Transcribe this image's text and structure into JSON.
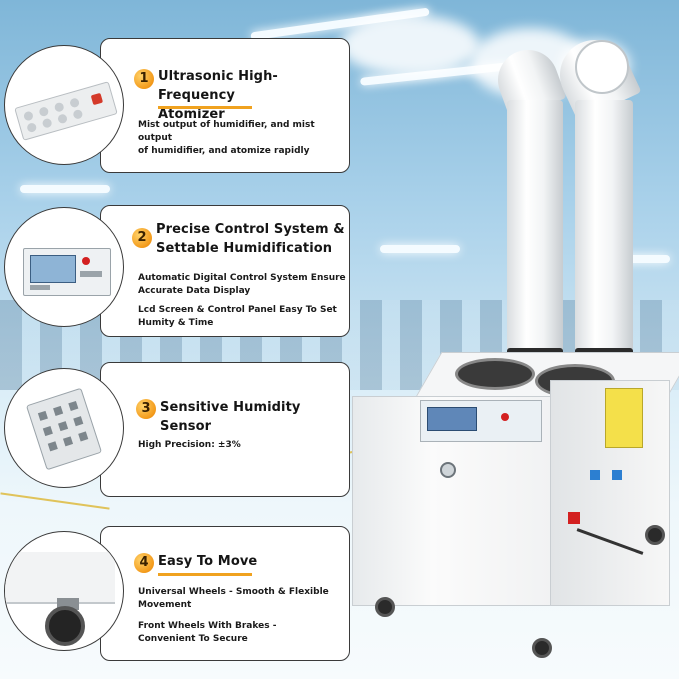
{
  "features": [
    {
      "number": "1",
      "title_lines": [
        "Ultrasonic High-Frequency",
        "Atomizer"
      ],
      "desc_lines": [
        "Mist output of humidifier, and mist output",
        "of humidifier, and atomize rapidly"
      ],
      "thumb_icon": "atomizer-icon"
    },
    {
      "number": "2",
      "title_lines": [
        "Precise Control System &",
        "Settable Humidification"
      ],
      "desc_lines": [
        "Automatic Digital Control System Ensure",
        "Accurate Data Display",
        "Lcd Screen & Control Panel Easy To Set",
        "Humity & Time"
      ],
      "thumb_icon": "control-panel-icon"
    },
    {
      "number": "3",
      "title_lines": [
        "Sensitive Humidity Sensor"
      ],
      "desc_lines": [
        "High Precision: ±3%"
      ],
      "thumb_icon": "humidity-sensor-icon"
    },
    {
      "number": "4",
      "title_lines": [
        "Easy To Move"
      ],
      "desc_lines": [
        "Universal Wheels - Smooth & Flexible",
        "Movement",
        "Front Wheels With Brakes -",
        "Convenient To Secure"
      ],
      "thumb_icon": "caster-wheel-icon"
    }
  ],
  "colors": {
    "accent": "#f0a21f",
    "border": "#3a3a3a",
    "text": "#151515"
  }
}
